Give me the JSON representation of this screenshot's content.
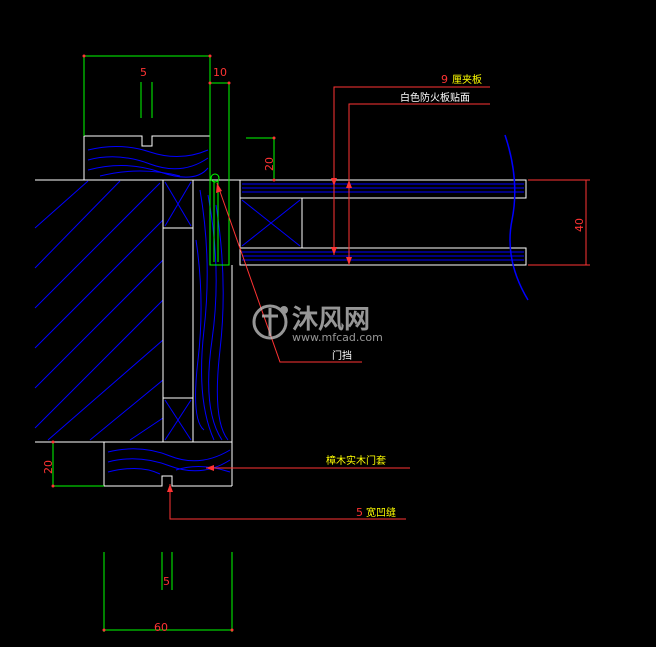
{
  "dimensions": {
    "top_gap": "5",
    "top_width": "10",
    "top_height": "20",
    "right_height": "40",
    "left_height": "20",
    "bottom_gap": "5",
    "bottom_width": "60"
  },
  "labels": {
    "plywood_num": "9",
    "plywood": "厘夹板",
    "fire_board": "白色防火板贴面",
    "stop": "门挡",
    "frame_num": "",
    "frame": "樟木实木门套",
    "groove_num": "5",
    "groove": "宽凹缝"
  },
  "watermark": {
    "text": "沐风网",
    "url": "www.mfcad.com"
  },
  "colors": {
    "background": "#000000",
    "dimension": "#00ff00",
    "leader": "#ff3333",
    "wood": "#0000ff",
    "outline": "#ffffff",
    "note": "#ffff00"
  }
}
